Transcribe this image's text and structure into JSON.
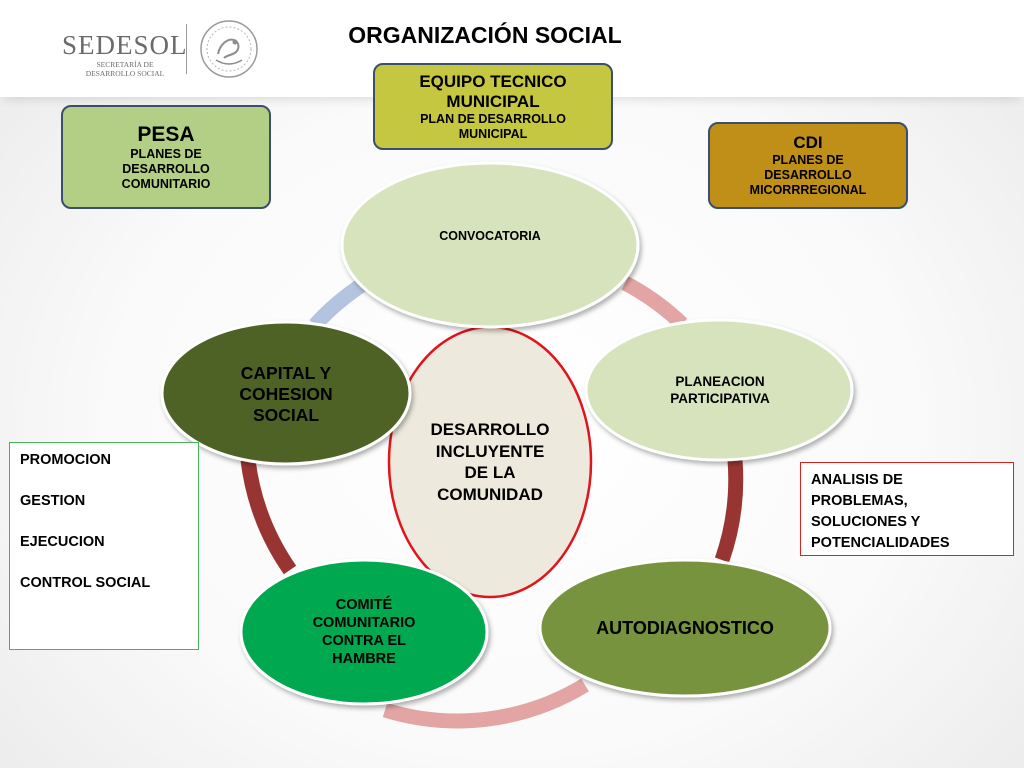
{
  "header": {
    "logo": {
      "name": "SEDESOL",
      "subtitle_line1": "SECRETARÍA DE",
      "subtitle_line2": "DESARROLLO SOCIAL"
    },
    "seal_icon": "mexico-coat-of-arms-seal"
  },
  "title": "ORGANIZACIÓN SOCIAL",
  "top_boxes": {
    "equipo": {
      "title_line1": "EQUIPO TECNICO",
      "title_line2": "MUNICIPAL",
      "sub_line1": "PLAN DE DESARROLLO",
      "sub_line2": "MUNICIPAL",
      "color": "#c6c741"
    },
    "pesa": {
      "title": "PESA",
      "sub_line1": "PLANES DE",
      "sub_line2": "DESARROLLO",
      "sub_line3": "COMUNITARIO",
      "color": "#b3cf85"
    },
    "cdi": {
      "title": "CDI",
      "sub_line1": "PLANES DE",
      "sub_line2": "DESARROLLO",
      "sub_line3": "MICORRREGIONAL",
      "color": "#c08f18"
    }
  },
  "cycle": {
    "center": {
      "line1": "DESARROLLO",
      "line2": "INCLUYENTE",
      "line3": "DE LA",
      "line4": "COMUNIDAD",
      "fill": "#ede9dd",
      "border": "#e0141a"
    },
    "nodes": {
      "convocatoria": {
        "label": "CONVOCATORIA",
        "fill": "#d6e3bc"
      },
      "planeacion": {
        "line1": "PLANEACION",
        "line2": "PARTICIPATIVA",
        "fill": "#d6e3bc"
      },
      "autodiagnostico": {
        "label": "AUTODIAGNOSTICO",
        "fill": "#77933c"
      },
      "comite": {
        "line1": "COMITÉ",
        "line2": "COMUNITARIO",
        "line3": "CONTRA EL",
        "line4": "HAMBRE",
        "fill": "#00a84f"
      },
      "capital": {
        "line1": "CAPITAL Y",
        "line2": "COHESION",
        "line3": "SOCIAL",
        "fill": "#4f6228"
      }
    },
    "arc_colors": {
      "blue": "#b4c4e0",
      "pink": "#e2a5a4",
      "red": "#983532"
    }
  },
  "left_list": {
    "items": [
      "PROMOCION",
      "GESTION",
      "EJECUCION",
      "CONTROL SOCIAL"
    ],
    "border_color": "#46b35a"
  },
  "right_note": {
    "line1": "ANALISIS DE",
    "line2": "PROBLEMAS,",
    "line3": "SOLUCIONES Y",
    "line4": "POTENCIALIDADES",
    "border_color": "#d9261c"
  }
}
